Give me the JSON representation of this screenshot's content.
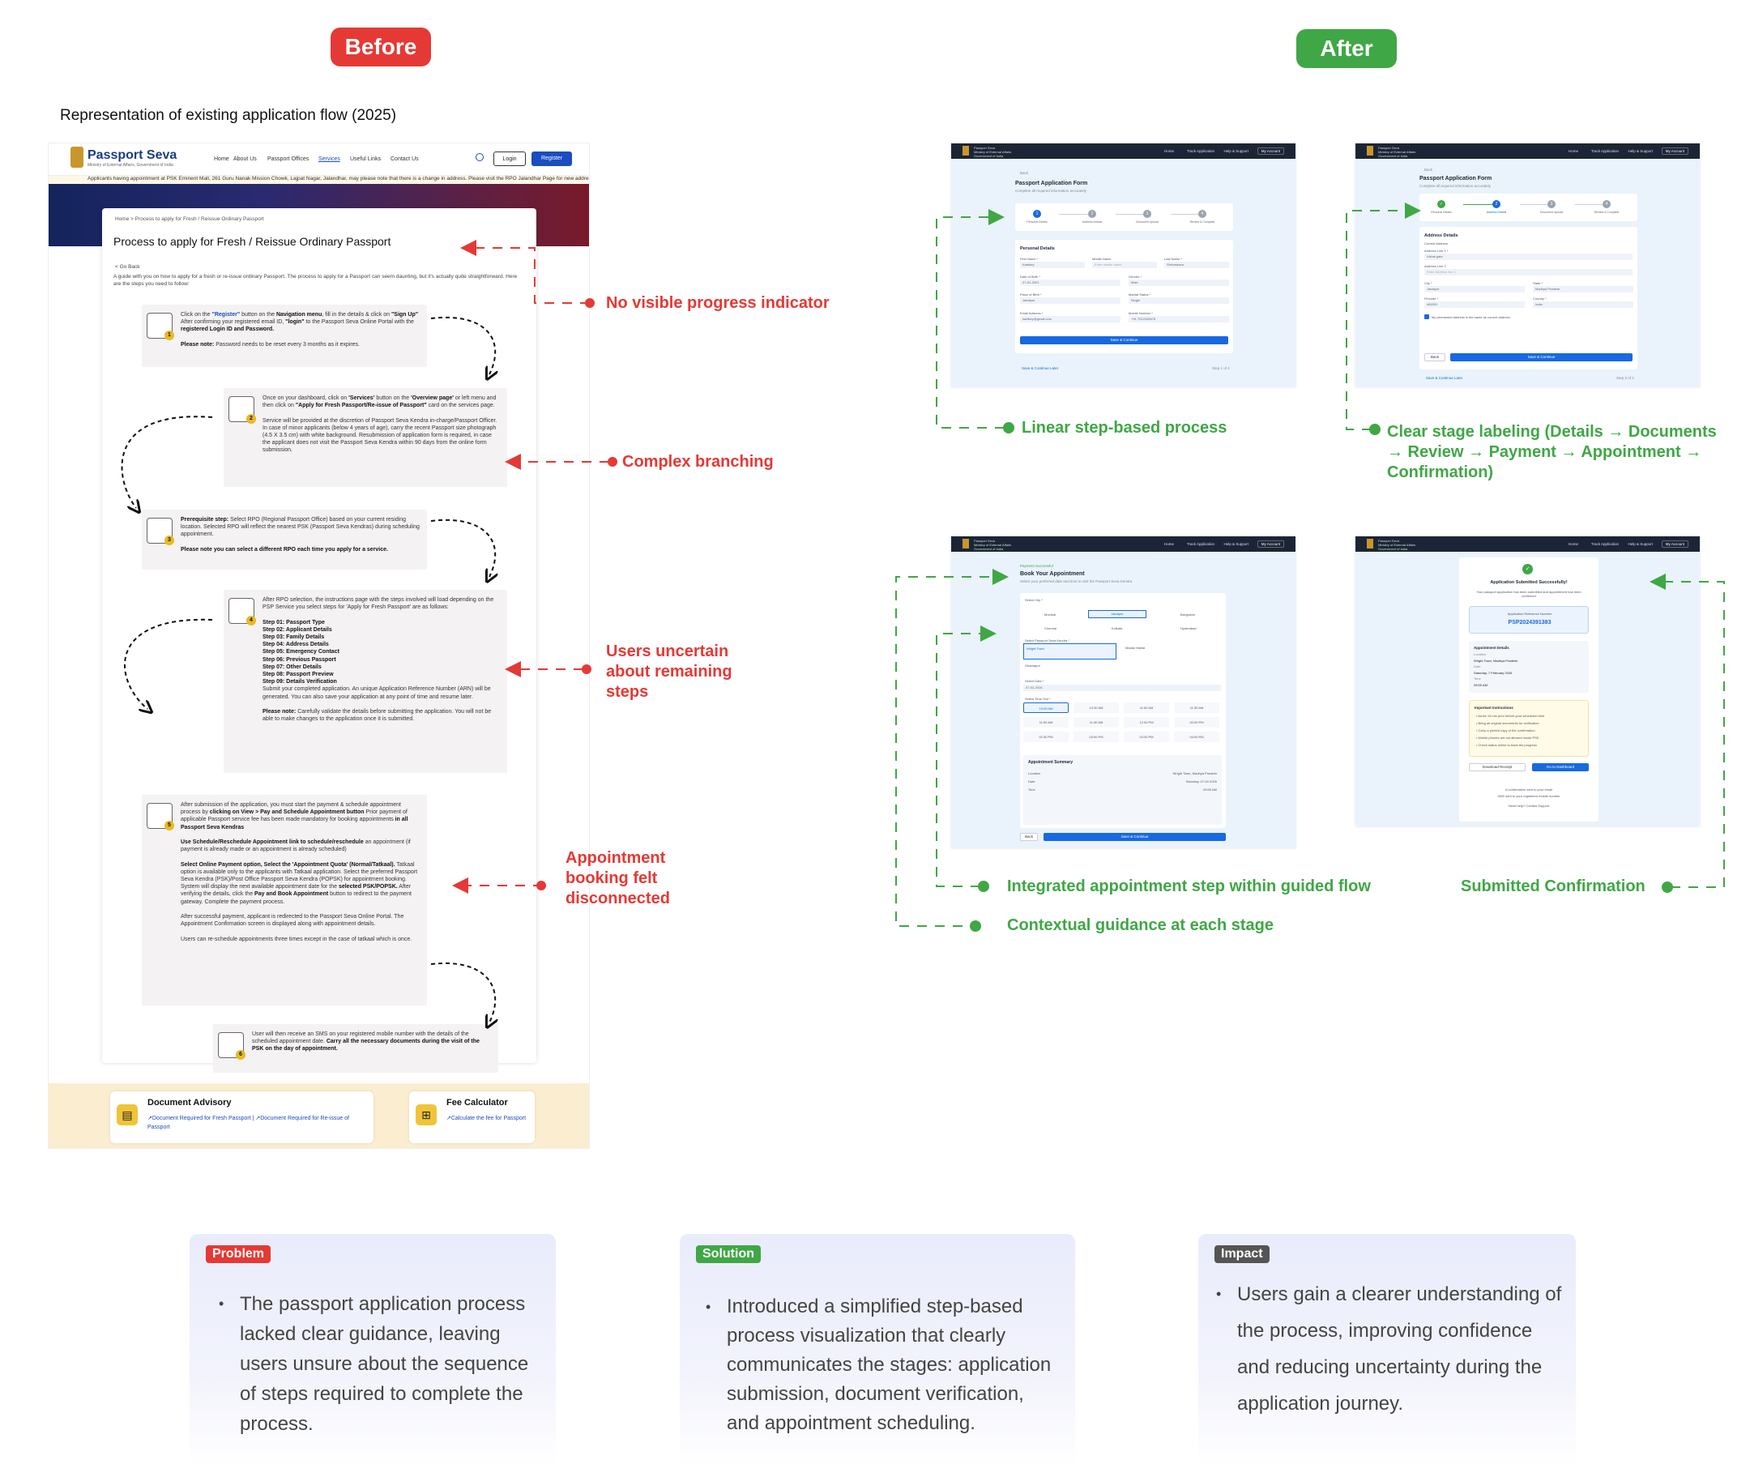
{
  "labels": {
    "before": "Before",
    "after": "After",
    "before_heading": "Representation of existing application flow (2025)"
  },
  "before_screen": {
    "logo": "Passport Seva",
    "logo_sub": "Ministry of External Affairs, Government of India",
    "nav": [
      "Home",
      "About Us",
      "Passport Offices",
      "Services",
      "Useful Links",
      "Contact Us"
    ],
    "login": "Login",
    "register": "Register",
    "ticker": "Applicants having appointment at PSK Eminent Mall, 261 Guru Nanak Mission Chowk, Lajpat Nagar, Jalandhar, may please note that there is a change in address. Please visit the RPO Jalandhar Page for new address",
    "breadcrumb": "Home  >  Process to apply for Fresh / Reissue Ordinary Passport",
    "title": "Process to apply for Fresh / Reissue Ordinary Passport",
    "go_back": "< Go Back",
    "intro": "A guide with you on how to apply for a fresh or re-issue ordinary Passport. The process to apply for a Passport can seem daunting, but it's actually quite straightforward. Here are the steps you need to follow:",
    "steps": [
      {
        "no": "1",
        "html": "Click on the <b style='color:#1a4cc2'>\"Register\"</b> button on the <b>Navigation menu</b>, fill in the details &amp; click on <b>\"Sign Up\"</b> After confirming your registered email ID, <b>\"login\"</b> to the Passport Seva Online Portal with the <b>registered Login ID and Password.</b><br><br><b>Please note:</b> Password needs to be reset every 3 months as it expires."
      },
      {
        "no": "2",
        "html": "Once on your dashboard, click on <b>'Services'</b> button on the <b>'Overview page'</b> or left menu and then click on <b>\"Apply for Fresh Passport/Re-issue of Passport\"</b> card on the services page.<br><br>Service will be provided at the discretion of Passport Seva Kendra in-charge/Passport Officer. In case of minor applicants (below 4 years of age), carry the recent Passport size photograph (4.5 X 3.5 cm) with white background. Resubmission of application form is required, in case the applicant does not visit the Passport Seva Kendra within 90 days from the online form submission."
      },
      {
        "no": "3",
        "html": "<b>Prerequisite step:</b> Select RPO (Regional Passport Office) based on your current residing location. Selected RPO will reflect the nearest PSK (Passport Seva Kendras) during scheduling appointment.<br><br><b>Please note you can select a different RPO each time you apply for a service.</b>"
      },
      {
        "no": "4",
        "html": "After RPO selection, the instructions page with the steps involved will load depending on the PSP Service you select steps for 'Apply for Fresh Passport' are as follows:<br><br><b>Step 01: Passport Type<br>Step 02: Applicant Details<br>Step 03: Family Details<br>Step 04: Address Details<br>Step 05: Emergency Contact<br>Step 06: Previous Passport<br>Step 07: Other Details<br>Step 08: Passport Preview<br>Step 09: Details Verification</b><br>Submit your completed application. An unique Application Reference Number (ARN) will be generated. You can also save your application at any point of time and resume later.<br><br><b>Please note:</b> Carefully validate the details before submitting the application. You will not be able to make changes to the application once it is submitted."
      },
      {
        "no": "5",
        "html": "After submission of the application, you must start the payment &amp; schedule appointment process by <b>clicking on View &gt; Pay and Schedule Appointment button</b> Prior payment of applicable Passport service fee has been made mandatory for booking appointments <b>in all Passport Seva Kendras</b><br><br><b>Use Schedule/Reschedule Appointment link to schedule/reschedule</b> an appointment (if payment is already made or an appointment is already scheduled)<br><br><b>Select Online Payment option, Select the 'Appointment Quota' (Normal/Tatkaal).</b> Tatkaal option is available only to the applicants with Tatkaal application. Select the preferred Passport Seva Kendra (PSK)/Post Office Passport Seva Kendra (POPSK) for appointment booking. System will display the next available appointment date for the <b>selected PSK/POPSK.</b> After verifying the details, click the <b>Pay and Book Appointment</b> button to redirect to the payment gateway. Complete the payment process.<br><br>After successful payment, applicant is redirected to the Passport Seva Online Portal. The Appointment Confirmation screen is displayed along with appointment details.<br><br>Users can re-schedule appointments three times except in the case of tatkaal which is once."
      },
      {
        "no": "6",
        "html": "User will then receive an SMS on your registered mobile number with the details of the scheduled appointment date. <b>Carry all the necessary documents during the visit of the PSK on the day of appointment.</b>"
      }
    ],
    "footer": {
      "doc_title": "Document Advisory",
      "doc_links": "↗Document Required for Fresh Passport  |  ↗Document Required for Re-issue of Passport",
      "fee_title": "Fee Calculator",
      "fee_link": "↗Calculate the fee for Passport"
    }
  },
  "annotations": {
    "red": [
      "No visible progress indicator",
      "Complex branching",
      "Users uncertain\nabout remaining\nsteps",
      "Appointment\nbooking felt\ndisconnected"
    ],
    "green": [
      "Linear step-based process",
      "Clear stage labeling (Details → Documents\n→ Review → Payment → Appointment →\nConfirmation)",
      "Integrated appointment step within guided flow",
      "Contextual guidance at each stage",
      "Submitted Confirmation"
    ]
  },
  "mock_common": {
    "site": "Passport Seva\nMinistry of External Affairs\nGovernment of India",
    "nav": [
      "Home",
      "Track Application",
      "Help & Support"
    ],
    "account": "My Account"
  },
  "mock1": {
    "back": "Back",
    "title": "Passport Application Form",
    "subtitle": "Complete all required information accurately",
    "steps": [
      "Personal Details",
      "Address Details",
      "Document Upload",
      "Review & Complete"
    ],
    "section": "Personal Details",
    "fields": [
      {
        "label": "First Name *",
        "value": "Kartikey"
      },
      {
        "label": "Middle Name",
        "value": "Enter middle name"
      },
      {
        "label": "Last Name *",
        "value": "Shrivastava"
      },
      {
        "label": "Date of Birth *",
        "value": "07-02-2001"
      },
      {
        "label": "Gender *",
        "value": "Male"
      },
      {
        "label": "Place of Birth *",
        "value": "Jabalpur"
      },
      {
        "label": "Marital Status *",
        "value": "Single"
      },
      {
        "label": "Email Address *",
        "value": "kartikey@gmail.com"
      },
      {
        "label": "Mobile Number *",
        "value": "+91 7012345678"
      }
    ],
    "cta": "Save & Continue",
    "save_later": "Save & Continue Later",
    "page": "Step 1 of 4"
  },
  "mock2": {
    "back": "Back",
    "title": "Passport Application Form",
    "subtitle": "Complete all required information accurately",
    "steps": [
      "Personal Details",
      "Address Details",
      "Document Upload",
      "Review & Complete"
    ],
    "section": "Address Details",
    "sub": "Current Address",
    "fields": [
      {
        "label": "Address Line 1 *",
        "value": "Vishal gate"
      },
      {
        "label": "Address Line 2",
        "value": "Enter Address line 2"
      },
      {
        "label": "City *",
        "value": "Jabalpur"
      },
      {
        "label": "State *",
        "value": "Madhya Pradesh"
      },
      {
        "label": "Pincode *",
        "value": "482001"
      },
      {
        "label": "Country *",
        "value": "India"
      }
    ],
    "checkbox": "My permanent address is the same as current address",
    "back_btn": "Back",
    "cta": "Save & Continue",
    "save_later": "Save & Continue Later",
    "page": "Step 2 of 4"
  },
  "mock3": {
    "badge": "Payment Successful",
    "title": "Book Your Appointment",
    "subtitle": "Select your preferred date and time to visit the Passport Seva Kendra",
    "city_label": "Select City *",
    "cities": [
      "Mumbai",
      "Jabalpur",
      "Bangalore",
      "Chennai",
      "Kolkata",
      "Hyderabad"
    ],
    "center_label": "Select Passport Seva Kendra *",
    "centers": [
      "Wright Town",
      "Madan Mahal",
      "Ghamapur"
    ],
    "date_label": "Select Date *",
    "date": "07-02-2026",
    "time_label": "Select Time Slot *",
    "slots": [
      "10:00 AM",
      "10:30 AM",
      "11:00 AM",
      "11:30 AM",
      "11:00 AM",
      "11:30 AM",
      "12:00 PM",
      "02:00 PM",
      "02:30 PM",
      "03:00 PM",
      "03:30 PM",
      "04:00 PM"
    ],
    "summary": "Appointment Summary",
    "summary_rows": [
      {
        "k": "Location",
        "v": "Wright Town, Madhya Pradesh"
      },
      {
        "k": "Date",
        "v": "Saturday, 07-02-2026"
      },
      {
        "k": "Time",
        "v": "09:00 AM"
      }
    ],
    "back_btn": "Back",
    "cta": "Save & Continue"
  },
  "mock4": {
    "title": "Application Submitted Successfully!",
    "desc": "Your passport application has been submitted and appointment has been confirmed",
    "arn_label": "Application Reference Number",
    "arn": "PSP2024391383",
    "details_title": "Appointment Details",
    "details": [
      "Location",
      "Wright Town, Madhya Pradesh",
      "Date",
      "Saturday, 7 February 2026",
      "Time",
      "09:00 AM"
    ],
    "instr_title": "Important Instructions",
    "instr": [
      "Arrive 15 min prior before your scheduled time",
      "Bring all original documents for verification",
      "Carry a printed copy of the confirmation",
      "Mobile phones are not allowed inside PSK",
      "Check status online to track the progress"
    ],
    "download": "Download Receipt",
    "dashboard": "Go to Dashboard",
    "foot1": "A confirmation sent to your email",
    "foot2": "SMS sent to your registered mobile number",
    "foot3": "Need help? Contact Support"
  },
  "bottom": {
    "problem_tag": "Problem",
    "problem": "The passport application process lacked clear guidance, leaving users unsure about the sequence of steps required to complete the process.",
    "solution_tag": "Solution",
    "solution": "Introduced a simplified step-based process visualization that clearly communicates the stages: application submission, document verification, and appointment scheduling.",
    "impact_tag": "Impact",
    "impact": "Users gain a clearer understanding of the process, improving confidence and reducing uncertainty during the application journey."
  },
  "colors": {
    "red": "#e53935",
    "green": "#3fa745",
    "primary": "#1769e3",
    "navy": "#1b2536"
  }
}
